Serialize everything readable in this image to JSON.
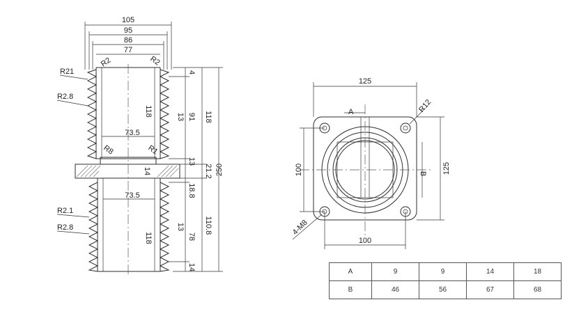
{
  "diagram": {
    "left_view": {
      "dims_top": [
        "105",
        "95",
        "86",
        "77"
      ],
      "radius_labels": [
        "R21",
        "R2.8",
        "R2.1",
        "R2.8",
        "R2",
        "R2",
        "R8",
        "R1"
      ],
      "dims_right_outer": "250",
      "dims_right_mid": [
        "118",
        "21.2",
        "110.8"
      ],
      "dims_right_small": [
        "4",
        "91",
        "13",
        "13",
        "18.8",
        "78",
        "13",
        "14"
      ],
      "dims_inner": [
        "118",
        "73.5",
        "14",
        "73.5",
        "118"
      ]
    },
    "right_view": {
      "width_top": "125",
      "height_right": "125",
      "height_left": "100",
      "width_bottom": "100",
      "corner_radius": "R12",
      "bolt_label": "4-M8",
      "section_a": "A",
      "section_b": "B"
    }
  },
  "spec_table": {
    "rows": [
      {
        "header": "A",
        "cells": [
          "9",
          "9",
          "14",
          "18"
        ]
      },
      {
        "header": "B",
        "cells": [
          "46",
          "56",
          "67",
          "68"
        ]
      }
    ]
  }
}
